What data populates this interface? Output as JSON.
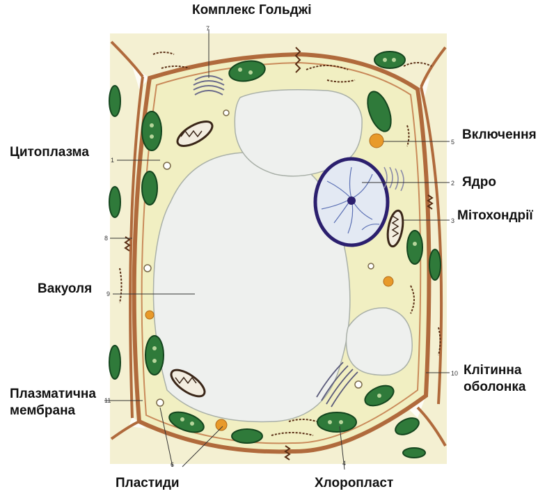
{
  "labels": {
    "golgi": "Комплекс Гольджі",
    "cytoplasm": "Цитоплазма",
    "inclusion": "Включення",
    "nucleus": "Ядро",
    "mitochondria": "Мітохондрії",
    "vacuole": "Вакуоля",
    "plasma_membrane_1": "Плазматична",
    "plasma_membrane_2": "мембрана",
    "cell_wall_1": "Клітинна",
    "cell_wall_2": "оболонка",
    "plastids": "Пластиди",
    "chloroplast": "Хлоропласт"
  },
  "numbers": {
    "n1": "1",
    "n2": "2",
    "n3": "3",
    "n4": "4",
    "n5": "5",
    "n6": "6",
    "n7": "7",
    "n8": "8",
    "n9": "9",
    "n10": "10",
    "n11": "11"
  },
  "colors": {
    "background": "#ffffff",
    "cell_area": "#f4f0d2",
    "cytoplasm": "#f1efc2",
    "cell_wall": "#b06a3c",
    "vacuole": "#eef0ee",
    "nucleus": "#e3e9f3",
    "nucleus_border": "#2b1f6e",
    "chloroplast": "#2f7a3a",
    "inclusion": "#e89a2a"
  }
}
